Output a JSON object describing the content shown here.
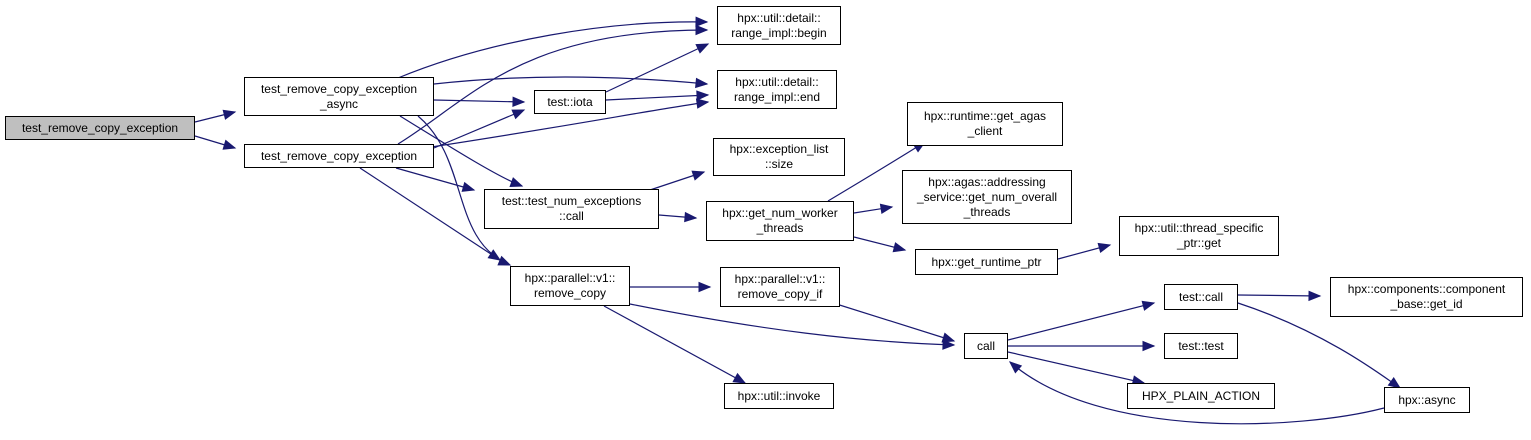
{
  "graph": {
    "edge_color": "#191970",
    "root_fill": "#bfbfbf",
    "nodes": [
      {
        "id": "n_root",
        "lines": [
          "test_remove_copy_exception"
        ],
        "root": true
      },
      {
        "id": "n_async",
        "lines": [
          "test_remove_copy_exception",
          "_async"
        ]
      },
      {
        "id": "n_exc",
        "lines": [
          "test_remove_copy_exception"
        ]
      },
      {
        "id": "n_iota",
        "lines": [
          "test::iota"
        ]
      },
      {
        "id": "n_begin",
        "lines": [
          "hpx::util::detail::",
          "range_impl::begin"
        ]
      },
      {
        "id": "n_end",
        "lines": [
          "hpx::util::detail::",
          "range_impl::end"
        ]
      },
      {
        "id": "n_tne",
        "lines": [
          "test::test_num_exceptions",
          "::call"
        ]
      },
      {
        "id": "n_rc",
        "lines": [
          "hpx::parallel::v1::",
          "remove_copy"
        ]
      },
      {
        "id": "n_els",
        "lines": [
          "hpx::exception_list",
          "::size"
        ]
      },
      {
        "id": "n_gnwt",
        "lines": [
          "hpx::get_num_worker",
          "_threads"
        ]
      },
      {
        "id": "n_rcif",
        "lines": [
          "hpx::parallel::v1::",
          "remove_copy_if"
        ]
      },
      {
        "id": "n_inv",
        "lines": [
          "hpx::util::invoke"
        ]
      },
      {
        "id": "n_gac",
        "lines": [
          "hpx::runtime::get_agas",
          "_client"
        ]
      },
      {
        "id": "n_agas",
        "lines": [
          "hpx::agas::addressing",
          "_service::get_num_overall",
          "_threads"
        ]
      },
      {
        "id": "n_grp",
        "lines": [
          "hpx::get_runtime_ptr"
        ]
      },
      {
        "id": "n_tsp",
        "lines": [
          "hpx::util::thread_specific",
          "_ptr::get"
        ]
      },
      {
        "id": "n_call",
        "lines": [
          "call"
        ]
      },
      {
        "id": "n_tcall",
        "lines": [
          "test::call"
        ]
      },
      {
        "id": "n_ttest",
        "lines": [
          "test::test"
        ]
      },
      {
        "id": "n_hpa",
        "lines": [
          "HPX_PLAIN_ACTION"
        ]
      },
      {
        "id": "n_cbg",
        "lines": [
          "hpx::components::component",
          "_base::get_id"
        ]
      },
      {
        "id": "n_hasync",
        "lines": [
          "hpx::async"
        ]
      }
    ],
    "edges": [
      [
        "n_root",
        "n_async"
      ],
      [
        "n_root",
        "n_exc"
      ],
      [
        "n_async",
        "n_begin"
      ],
      [
        "n_async",
        "n_end"
      ],
      [
        "n_async",
        "n_iota"
      ],
      [
        "n_async",
        "n_tne"
      ],
      [
        "n_async",
        "n_rc"
      ],
      [
        "n_exc",
        "n_begin"
      ],
      [
        "n_exc",
        "n_end"
      ],
      [
        "n_exc",
        "n_iota"
      ],
      [
        "n_exc",
        "n_tne"
      ],
      [
        "n_exc",
        "n_rc"
      ],
      [
        "n_iota",
        "n_begin"
      ],
      [
        "n_iota",
        "n_end"
      ],
      [
        "n_tne",
        "n_els"
      ],
      [
        "n_tne",
        "n_gnwt"
      ],
      [
        "n_gnwt",
        "n_gac"
      ],
      [
        "n_gnwt",
        "n_agas"
      ],
      [
        "n_gnwt",
        "n_grp"
      ],
      [
        "n_grp",
        "n_tsp"
      ],
      [
        "n_rc",
        "n_rcif"
      ],
      [
        "n_rc",
        "n_call"
      ],
      [
        "n_rc",
        "n_inv"
      ],
      [
        "n_rcif",
        "n_call"
      ],
      [
        "n_call",
        "n_tcall"
      ],
      [
        "n_call",
        "n_ttest"
      ],
      [
        "n_call",
        "n_hpa"
      ],
      [
        "n_tcall",
        "n_cbg"
      ],
      [
        "n_tcall",
        "n_hasync"
      ],
      [
        "n_hasync",
        "n_call"
      ]
    ]
  }
}
